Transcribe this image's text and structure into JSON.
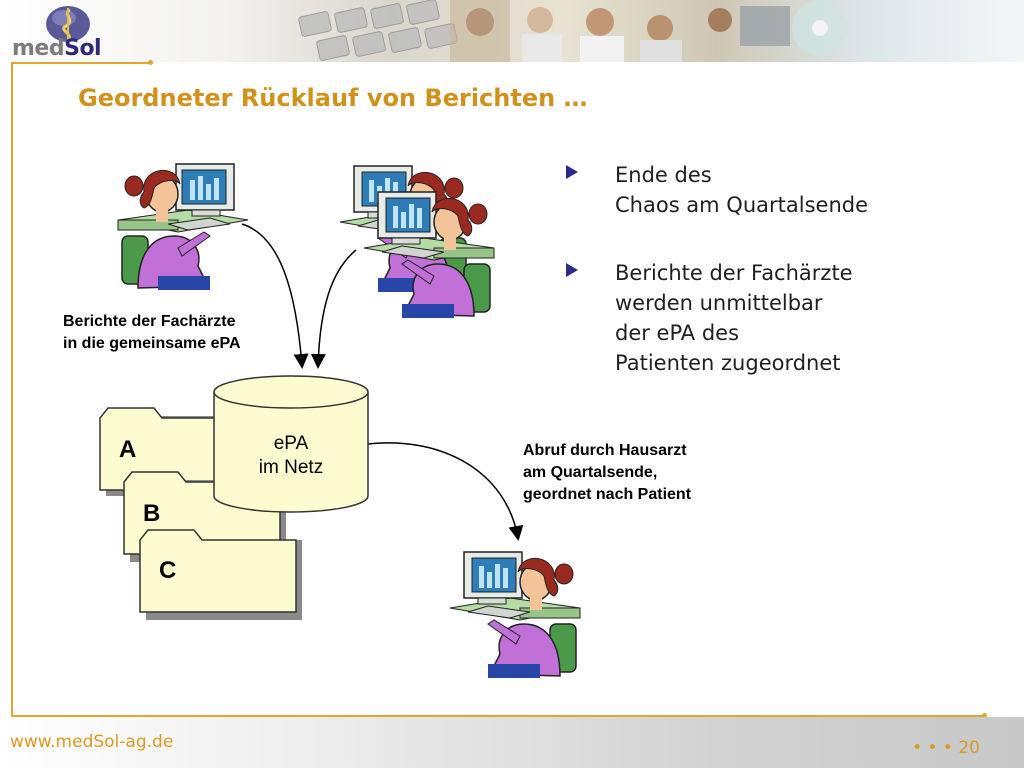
{
  "header": {
    "logo_med": "med",
    "logo_sol": "Sol"
  },
  "slide": {
    "title": "Geordneter Rücklauf von Berichten …"
  },
  "bullets": [
    "Ende des\nChaos am Quartalsende",
    "Berichte der Fachärzte\nwerden unmittelbar\nder ePA des\nPatienten zugeordnet"
  ],
  "diagram": {
    "caption_left": "Berichte der Fachärzte\nin die gemeinsame ePA",
    "caption_right": "Abruf durch Hausarzt\nam Quartalsende,\ngeordnet nach Patient",
    "database_label": "ePA\nim Netz",
    "folders": [
      "A",
      "B",
      "C"
    ]
  },
  "footer": {
    "url": "www.medSol-ag.de",
    "page_number": "• • • 20"
  },
  "colors": {
    "accent": "#d0921c",
    "frame": "#e1a530",
    "bullet_marker": "#2a2a8c",
    "folder_fill": "#fdfbd0",
    "database_fill": "#fdfbd0"
  }
}
